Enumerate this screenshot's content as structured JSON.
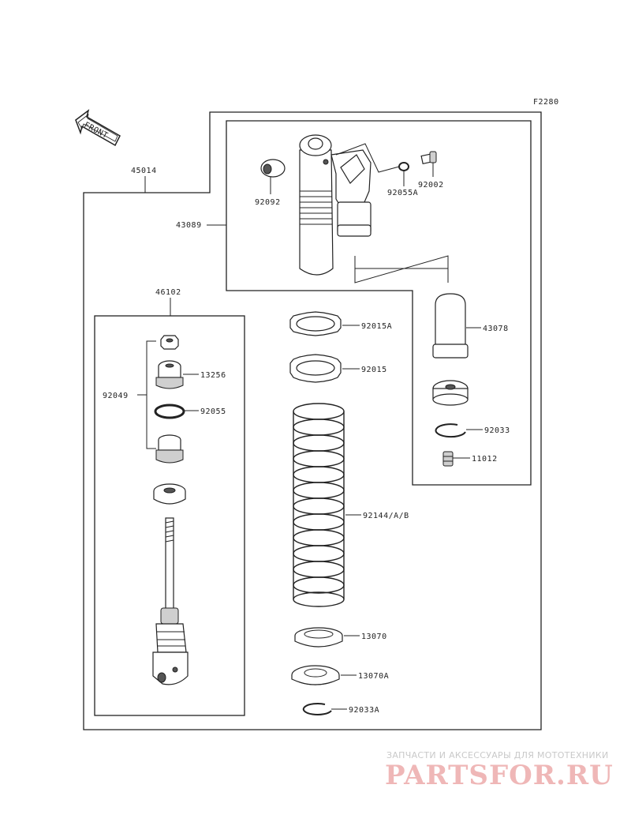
{
  "figure_code": "F2280",
  "front_label": "FRONT",
  "parts": {
    "p45014": "45014",
    "p43089": "43089",
    "p92092": "92092",
    "p92055A": "92055A",
    "p92002": "92002",
    "p46102": "46102",
    "p13256": "13256",
    "p92049": "92049",
    "p92055": "92055",
    "p92015A": "92015A",
    "p92015": "92015",
    "p43078": "43078",
    "p92033": "92033",
    "p11012": "11012",
    "p92144": "92144/A/B",
    "p13070": "13070",
    "p13070A": "13070A",
    "p92033A": "92033A"
  },
  "watermark": {
    "caption": "ЗАПЧАСТИ И АКСЕССУАРЫ ДЛЯ МОТОТЕХНИКИ",
    "logo": "PARTSFOR.RU"
  }
}
